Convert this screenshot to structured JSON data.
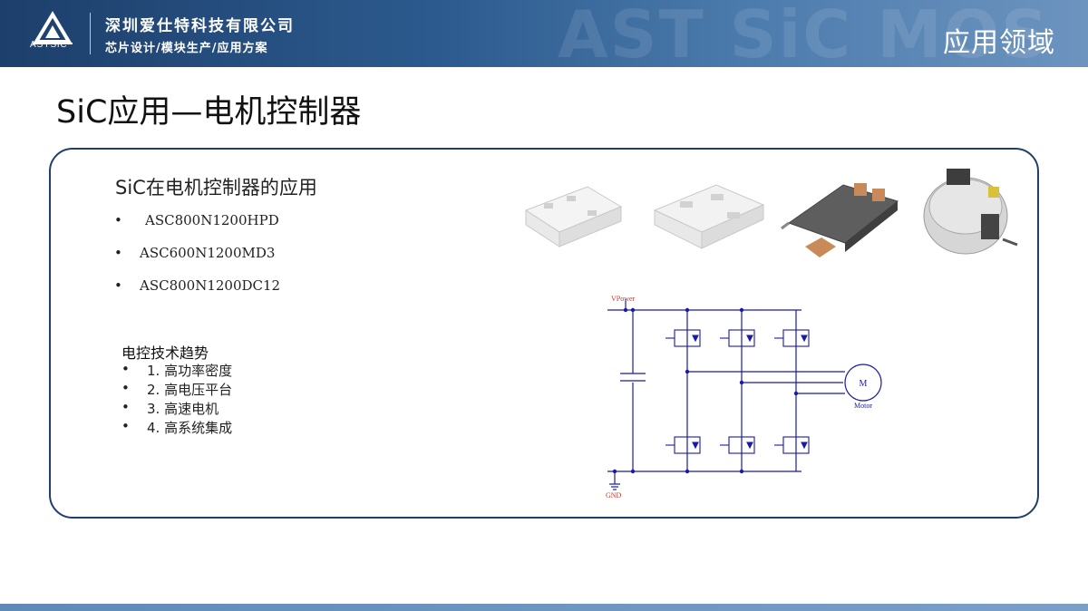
{
  "header": {
    "logo_text": "ASTSiC",
    "company": "深圳爱仕特科技有限公司",
    "tagline": "芯片设计/模块生产/应用方案",
    "watermark": "AST SiC MOS",
    "section": "应用领域"
  },
  "page_title": "SiC应用—电机控制器",
  "panel": {
    "subtitle": "SiC在电机控制器的应用",
    "models": [
      {
        "bullet": "•",
        "label": "ASC800N1200HPD"
      },
      {
        "bullet": "•",
        "label": "ASC600N1200MD3"
      },
      {
        "bullet": "•",
        "label": "ASC800N1200DC12"
      }
    ],
    "trend_title": "电控技术趋势",
    "trends": [
      {
        "bullet": "•",
        "label": "1. 高功率密度"
      },
      {
        "bullet": "•",
        "label": "2. 高电压平台"
      },
      {
        "bullet": "•",
        "label": "3. 高速电机"
      },
      {
        "bullet": "•",
        "label": "4. 高系统集成"
      }
    ]
  },
  "schematic": {
    "vpower_label": "VPower",
    "gnd_label": "GND",
    "motor_symbol": "M",
    "motor_label": "Motor"
  },
  "colors": {
    "header_dark": "#1d3f6b",
    "panel_border": "#1f3f6a",
    "schematic_wire": "#1a1aa8",
    "schematic_label": "#c0392b"
  }
}
